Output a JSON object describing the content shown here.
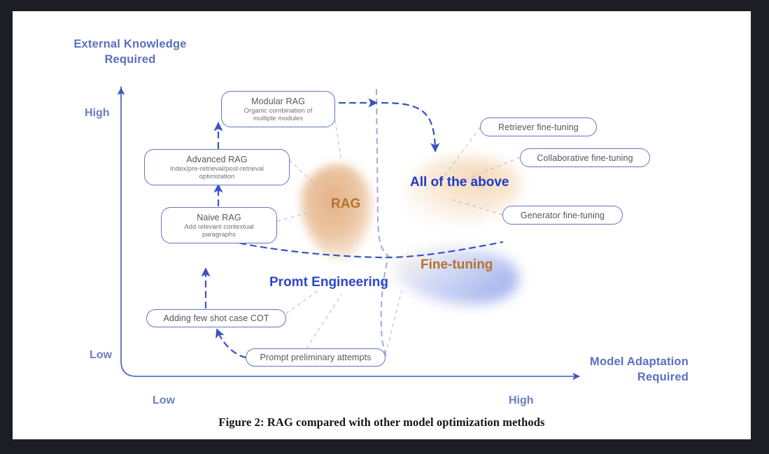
{
  "figure": {
    "caption": "Figure 2: RAG compared with other model optimization methods",
    "axes": {
      "y_title": "External Knowledge\nRequired",
      "x_title": "Model Adaptation\nRequired",
      "y_high": "High",
      "y_low": "Low",
      "x_low": "Low",
      "x_high": "High"
    },
    "regions": [
      {
        "key": "rag",
        "label": "RAG",
        "color": "#b5712f"
      },
      {
        "key": "fine_tuning",
        "label": "Fine-tuning",
        "color": "#b5712f"
      },
      {
        "key": "all_above",
        "label": "All of the above",
        "color": "#2339c8"
      },
      {
        "key": "prompt_engineering",
        "label": "Promt Engineering",
        "color": "#2d46c9"
      }
    ],
    "nodes": [
      {
        "key": "modular_rag",
        "title": "Modular RAG",
        "sub": "Organic combination of\nmultiple modules"
      },
      {
        "key": "advanced_rag",
        "title": "Advanced RAG",
        "sub": "Index/pre-retrieval/post-retrieval\noptimization"
      },
      {
        "key": "naive_rag",
        "title": "Naive RAG",
        "sub": "Add relevant contextual\nparagraphs"
      },
      {
        "key": "retriever_fine_tuning",
        "title": "Retriever fine-tuning"
      },
      {
        "key": "collaborative_fine_tuning",
        "title": "Collaborative fine-tuning"
      },
      {
        "key": "generator_fine_tuning",
        "title": "Generator fine-tuning"
      },
      {
        "key": "adding_few_shot_cot",
        "title": "Adding few shot case COT"
      },
      {
        "key": "prompt_preliminary",
        "title": "Prompt preliminary attempts"
      }
    ],
    "colors": {
      "axis": "#5b6fc0",
      "dashed_flow": "#3a52c4",
      "leader_line": "#b9bcd4",
      "node_border": "#6575bd",
      "rag_blob": "#e8bb8f",
      "all_above_blob": "#f2d6b4",
      "fine_tuning_blob": "#a9b6ee",
      "page_bg": "#ffffff",
      "screen_bg": "#1d1e25"
    }
  },
  "chart_data": {
    "type": "scatter",
    "title": "RAG compared with other model optimization methods",
    "xlabel": "Model Adaptation Required",
    "ylabel": "External Knowledge Required",
    "xlim": [
      "Low",
      "High"
    ],
    "ylim": [
      "Low",
      "High"
    ],
    "grid": false,
    "legend": "none",
    "regions": [
      {
        "name": "Promt Engineering",
        "x": "low",
        "y": "low",
        "members": [
          "Adding few shot case COT",
          "Prompt preliminary attempts"
        ]
      },
      {
        "name": "RAG",
        "x": "low-mid",
        "y": "mid-high",
        "members": [
          "Modular RAG",
          "Advanced RAG",
          "Naive RAG"
        ]
      },
      {
        "name": "Fine-tuning",
        "x": "high",
        "y": "low-mid",
        "members": [
          "Retriever fine-tuning",
          "Collaborative fine-tuning",
          "Generator fine-tuning"
        ]
      },
      {
        "name": "All of the above",
        "x": "high",
        "y": "high",
        "members": [
          "Retriever fine-tuning",
          "Collaborative fine-tuning",
          "Generator fine-tuning"
        ]
      }
    ],
    "progression": [
      "Prompt preliminary attempts",
      "Adding few shot case COT",
      "Naive RAG",
      "Advanced RAG",
      "Modular RAG",
      "All of the above"
    ]
  }
}
